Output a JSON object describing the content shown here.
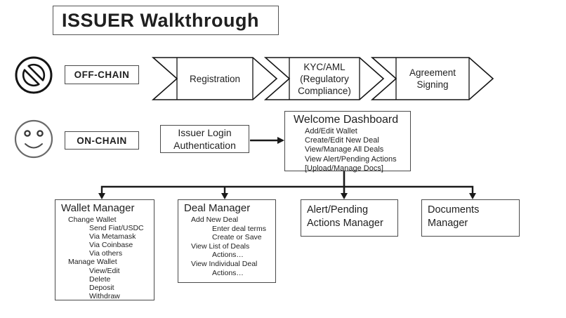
{
  "title": "ISSUER Walkthrough",
  "lanes": {
    "off_chain": {
      "label": "OFF-CHAIN",
      "icon": "no-entry-icon"
    },
    "on_chain": {
      "label": "ON-CHAIN",
      "icon": "smiley-face-icon"
    }
  },
  "process": {
    "steps": [
      {
        "label": "Registration"
      },
      {
        "label": "KYC/AML\n(Regulatory\nCompliance)"
      },
      {
        "label": "Agreement\nSigning"
      }
    ]
  },
  "login_box": {
    "label": "Issuer Login\nAuthentication"
  },
  "dashboard": {
    "title": "Welcome Dashboard",
    "items": [
      "Add/Edit Wallet",
      "Create/Edit New Deal",
      "View/Manage All Deals",
      "View Alert/Pending Actions",
      "[Upload/Manage Docs]"
    ]
  },
  "managers": [
    {
      "title": "Wallet Manager",
      "items": [
        {
          "text": "Change Wallet",
          "level": 1
        },
        {
          "text": "Send Fiat/USDC",
          "level": 2
        },
        {
          "text": "Via Metamask",
          "level": 2
        },
        {
          "text": "Via Coinbase",
          "level": 2
        },
        {
          "text": "Via others",
          "level": 2
        },
        {
          "text": "Manage Wallet",
          "level": 1
        },
        {
          "text": "View/Edit",
          "level": 2
        },
        {
          "text": "Delete",
          "level": 2
        },
        {
          "text": "Deposit",
          "level": 2
        },
        {
          "text": "Withdraw",
          "level": 2
        }
      ]
    },
    {
      "title": "Deal Manager",
      "items": [
        {
          "text": "Add New Deal",
          "level": 1
        },
        {
          "text": "Enter deal terms",
          "level": 2
        },
        {
          "text": "Create or Save",
          "level": 2
        },
        {
          "text": "View List of Deals",
          "level": 1
        },
        {
          "text": "Actions…",
          "level": 2
        },
        {
          "text": "View Individual Deal",
          "level": 1
        },
        {
          "text": "Actions…",
          "level": 2
        }
      ]
    },
    {
      "title": "Alert/Pending\nActions Manager",
      "items": []
    },
    {
      "title": "Documents\nManager",
      "items": []
    }
  ],
  "colors": {
    "line": "#1a1a1a",
    "box_border": "#4a4a4a",
    "text": "#1f1f1f"
  }
}
